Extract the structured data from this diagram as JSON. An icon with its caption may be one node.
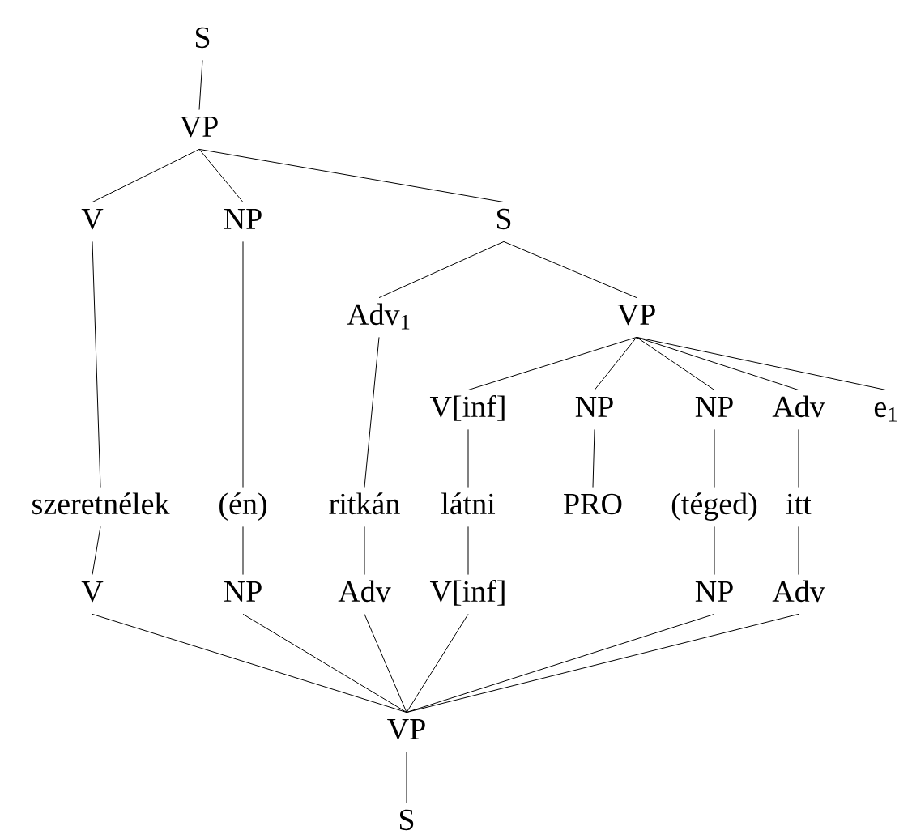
{
  "diagram": {
    "nodes": [
      {
        "text": [
          "S"
        ]
      },
      {
        "text": [
          "VP"
        ]
      },
      {
        "text": [
          "V"
        ]
      },
      {
        "text": [
          "NP"
        ]
      },
      {
        "text": [
          "S"
        ]
      },
      {
        "text": [
          "Adv$_{1}$"
        ]
      },
      {
        "text": [
          "VP"
        ]
      },
      {
        "text": [
          "V[inf]"
        ]
      },
      {
        "text": [
          "NP"
        ]
      },
      {
        "text": [
          "NP"
        ]
      },
      {
        "text": [
          "Adv"
        ]
      },
      {
        "text": [
          "e$_{1}$"
        ]
      },
      {
        "text": [
          "szeretnélek"
        ]
      },
      {
        "text": [
          "(én)"
        ]
      },
      {
        "text": [
          "ritkán"
        ]
      },
      {
        "text": [
          "látni"
        ]
      },
      {
        "text": [
          "PRO"
        ]
      },
      {
        "text": [
          "(téged)"
        ]
      },
      {
        "text": [
          "itt"
        ]
      },
      {
        "text": [
          "V"
        ]
      },
      {
        "text": [
          "NP"
        ]
      },
      {
        "text": [
          "Adv"
        ]
      },
      {
        "text": [
          "V[inf]"
        ]
      },
      {
        "text": [
          "NP"
        ]
      },
      {
        "text": [
          "Adv"
        ]
      },
      {
        "text": [
          "VP"
        ]
      },
      {
        "text": [
          "S"
        ]
      }
    ],
    "edges": [
      {
        "from": 0,
        "to": 1,
        "arrow": "none"
      },
      {
        "from": 1,
        "to": 2,
        "arrow": "none"
      },
      {
        "from": 1,
        "to": 3,
        "arrow": "none"
      },
      {
        "from": 1,
        "to": 4,
        "arrow": "none"
      },
      {
        "from": 4,
        "to": 5,
        "arrow": "none"
      },
      {
        "from": 4,
        "to": 6,
        "arrow": "none"
      },
      {
        "from": 6,
        "to": 7,
        "arrow": "none"
      },
      {
        "from": 6,
        "to": 8,
        "arrow": "none"
      },
      {
        "from": 6,
        "to": 9,
        "arrow": "none"
      },
      {
        "from": 6,
        "to": 10,
        "arrow": "none"
      },
      {
        "from": 6,
        "to": 11,
        "arrow": "none"
      },
      {
        "from": 2,
        "to": 12,
        "arrow": "none"
      },
      {
        "from": 3,
        "to": 13,
        "arrow": "none"
      },
      {
        "from": 5,
        "to": 14,
        "arrow": "none"
      },
      {
        "from": 7,
        "to": 15,
        "arrow": "none"
      },
      {
        "from": 8,
        "to": 16,
        "arrow": "none"
      },
      {
        "from": 9,
        "to": 17,
        "arrow": "none"
      },
      {
        "from": 10,
        "to": 18,
        "arrow": "none"
      },
      {
        "from": 12,
        "to": 19,
        "arrow": "none"
      },
      {
        "from": 13,
        "to": 20,
        "arrow": "none"
      },
      {
        "from": 14,
        "to": 21,
        "arrow": "none"
      },
      {
        "from": 15,
        "to": 22,
        "arrow": "none"
      },
      {
        "from": 17,
        "to": 23,
        "arrow": "none"
      },
      {
        "from": 18,
        "to": 24,
        "arrow": "none"
      },
      {
        "from": 19,
        "to": 25,
        "arrow": "none"
      },
      {
        "from": 20,
        "to": 25,
        "arrow": "none"
      },
      {
        "from": 21,
        "to": 25,
        "arrow": "none"
      },
      {
        "from": 22,
        "to": 25,
        "arrow": "none"
      },
      {
        "from": 23,
        "to": 25,
        "arrow": "none"
      },
      {
        "from": 24,
        "to": 25,
        "arrow": "none"
      },
      {
        "from": 25,
        "to": 26,
        "arrow": "none"
      }
    ]
  }
}
